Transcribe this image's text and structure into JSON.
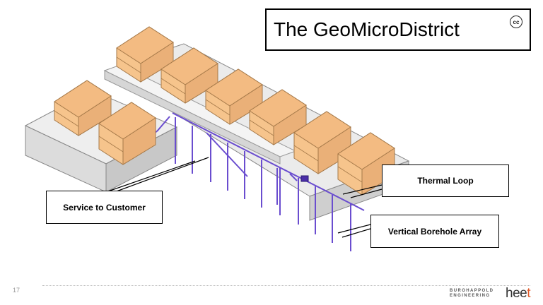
{
  "title": "The GeoMicroDistrict",
  "cc_icon": "cc",
  "callouts": {
    "service": "Service to Customer",
    "thermal": "Thermal Loop",
    "borehole": "Vertical Borehole Array"
  },
  "slide_number": "17",
  "logo": {
    "line1": "BUROHAPPOLD",
    "line2": "ENGINEERING",
    "heet_main": "hee",
    "heet_accent": "t"
  },
  "colors": {
    "house_front": "#f6c48c",
    "house_side": "#eab078",
    "house_roof": "#f3bb82",
    "pipe": "#6a4dcf",
    "ground_top": "#ebebeb",
    "ground_side": "#d0d0d0"
  }
}
